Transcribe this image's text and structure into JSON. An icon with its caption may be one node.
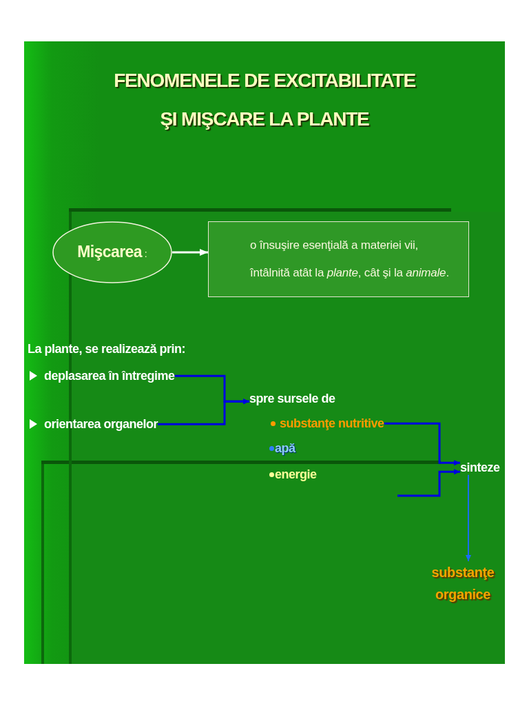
{
  "diagram": {
    "title": "FENOMENELE DE EXCITABILITATE ŞI MIŞCARE LA PLANTE",
    "nodes": [
      {
        "text": [
          "**Mişcarea** :"
        ]
      },
      {
        "text": [
          "o însuşire esenţială a materiei vii, întâlnită atât la *plante*, cât şi la *animale*."
        ]
      },
      {
        "text": [
          "deplasarea în întregime"
        ]
      },
      {
        "text": [
          "orientarea organelor"
        ]
      },
      {
        "text": [
          "spre sursele de"
        ]
      },
      {
        "text": [
          "substanţe nutritive"
        ]
      },
      {
        "text": [
          "sinteze"
        ]
      },
      {
        "text": [
          "substanţe organice"
        ]
      }
    ],
    "edges": [
      {
        "from": 0,
        "to": 1,
        "arrow": "to",
        "color": "#ffffff"
      },
      {
        "from": 2,
        "to": 4,
        "arrow": "to"
      },
      {
        "from": 3,
        "to": 4,
        "arrow": "to"
      },
      {
        "from": 5,
        "to": 6,
        "arrow": "to"
      },
      {
        "from": null,
        "to": 6,
        "arrow": "to"
      },
      {
        "from": 6,
        "to": 7,
        "arrow": "to",
        "color": "#1a6cff"
      }
    ],
    "labels": [
      "La plante, se realizează prin:",
      "apă",
      "energie"
    ]
  }
}
